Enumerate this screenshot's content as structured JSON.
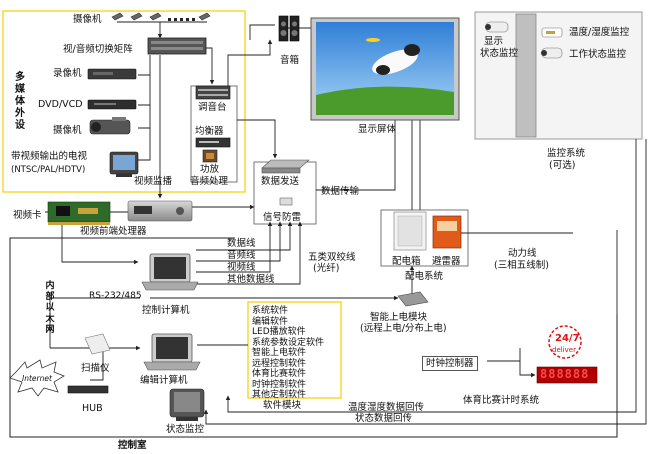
{
  "colors": {
    "line": "#222222",
    "box_border": "#f2d000",
    "panel_border": "#999999",
    "sky": "#3f8fe0",
    "grass": "#4a9a2c",
    "red": "#e01010"
  },
  "peripherals": {
    "group_label": "多媒体外设",
    "camera_top": "摄像机",
    "matrix": "视/音频切换矩阵",
    "vcr": "录像机",
    "dvd": "DVD/VCD",
    "camcorder": "摄像机",
    "tv": "带视频输出的电视",
    "tv_formats": "(NTSC/PAL/HDTV)",
    "video_monitor": "视频监播",
    "mixer": "调音台",
    "equalizer": "均衡器",
    "amplifier": "功放",
    "audio_processing": "音频处理"
  },
  "speaker": "音箱",
  "display_screen": "显示屏体",
  "monitor_panel": {
    "display_status": "显示",
    "display_status2": "状态监控",
    "temp_humidity": "温度/湿度监控",
    "work_status": "工作状态监控",
    "title": "监控系统",
    "optional": "(可选)"
  },
  "sender": {
    "data_send": "数据发送",
    "lightning": "信号防雷",
    "data_transfer": "数据传输"
  },
  "video_card": "视频卡",
  "video_processor": "视频前端处理器",
  "cables": [
    "数据线",
    "音频线",
    "视频线",
    "其他数据线"
  ],
  "twisted_pair": "五类双绞线",
  "fiber": "(光纤)",
  "rs": "RS-232/485",
  "control_pc": "控制计算机",
  "intranet": "内部以太网",
  "power": {
    "cabinet": "配电箱",
    "arrester": "避雷器",
    "system": "配电系统",
    "power_line": "动力线",
    "three_phase": "(三相五线制)",
    "smart_module": "智能上电模块",
    "smart_desc": "(远程上电/分布上电)"
  },
  "software": {
    "items": [
      "系统软件",
      "编辑软件",
      "LED播放软件",
      "系统参数设定软件",
      "智能上电软件",
      "远程控制软件",
      "体育比赛软件",
      "时钟控制软件",
      "其他定制软件"
    ],
    "module": "软件模块"
  },
  "scanner": "扫描仪",
  "internet": "Internet",
  "hub": "HUB",
  "edit_pc": "编辑计算机",
  "status_monitor": "状态监控",
  "control_room": "控制室",
  "clock": {
    "controller": "时钟控制器",
    "logo_num": "24/7",
    "logo_word": "deliver",
    "digits": "888888"
  },
  "sports_timing": "体育比赛计时系统",
  "temp_return": "温度湿度数据回传",
  "status_return": "状态数据回传"
}
